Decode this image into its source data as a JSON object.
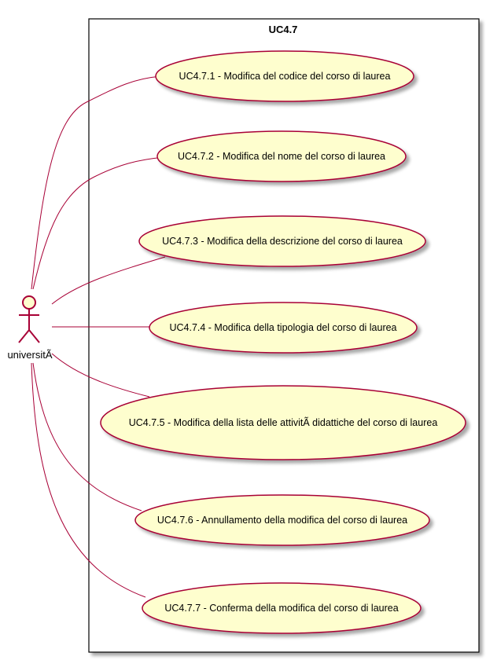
{
  "diagram": {
    "system_title": "UC4.7",
    "actor": {
      "name": "universitÃ"
    },
    "use_cases": [
      {
        "id": "uc-4-7-1",
        "label": "UC4.7.1 - Modifica del codice del corso di laurea"
      },
      {
        "id": "uc-4-7-2",
        "label": "UC4.7.2 - Modifica del nome del corso di laurea"
      },
      {
        "id": "uc-4-7-3",
        "label": "UC4.7.3 - Modifica della descrizione del corso di laurea"
      },
      {
        "id": "uc-4-7-4",
        "label": "UC4.7.4 - Modifica della tipologia del corso di laurea"
      },
      {
        "id": "uc-4-7-5",
        "label": "UC4.7.5 - Modifica della lista delle attivitÃ  didattiche del corso di laurea"
      },
      {
        "id": "uc-4-7-6",
        "label": "UC4.7.6 - Annullamento della modifica del corso di laurea"
      },
      {
        "id": "uc-4-7-7",
        "label": "UC4.7.7 - Conferma della modifica del corso di laurea"
      }
    ],
    "colors": {
      "ellipse_fill": "#FEFECE",
      "ellipse_stroke": "#A80036",
      "connector": "#A80036",
      "boundary": "#000000",
      "shadow": "#BBBBBB"
    }
  }
}
